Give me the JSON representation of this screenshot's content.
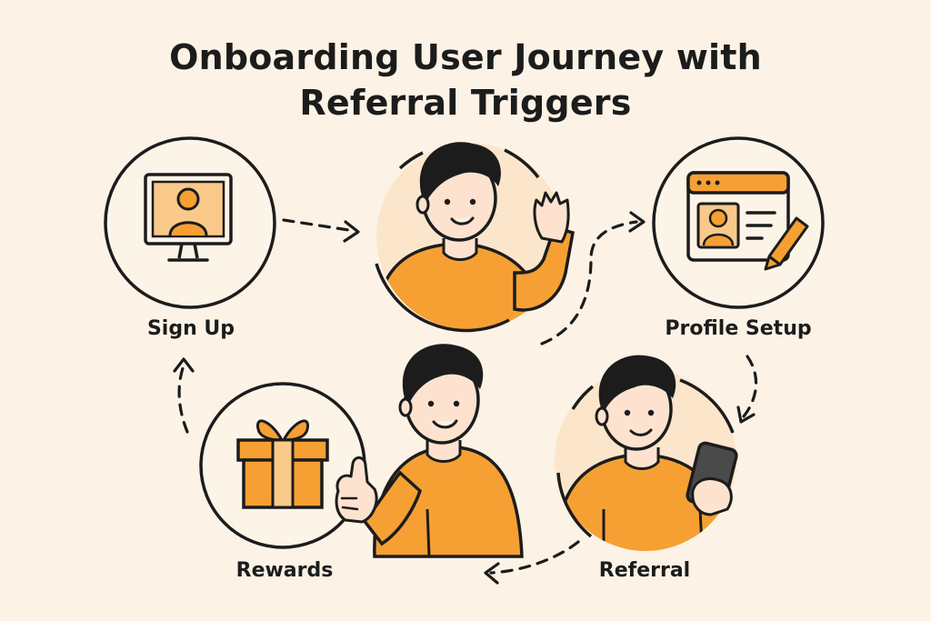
{
  "title": {
    "line1": "Onboarding User Journey with",
    "line2": "Referral Triggers"
  },
  "steps": [
    {
      "label": "Sign Up",
      "icon": "monitor-user-icon"
    },
    {
      "label": "",
      "icon": "waving-person-icon"
    },
    {
      "label": "Profile Setup",
      "icon": "profile-form-pencil-icon"
    },
    {
      "label": "Referral",
      "icon": "person-phone-icon"
    },
    {
      "label": "Rewards",
      "icon": "gift-box-icon"
    }
  ],
  "colors": {
    "background": "#fcf3e6",
    "accent": "#f6a034",
    "accent_light": "#f9c98a",
    "circle_fill": "#fbe6cc",
    "stroke": "#1c1c1c"
  }
}
